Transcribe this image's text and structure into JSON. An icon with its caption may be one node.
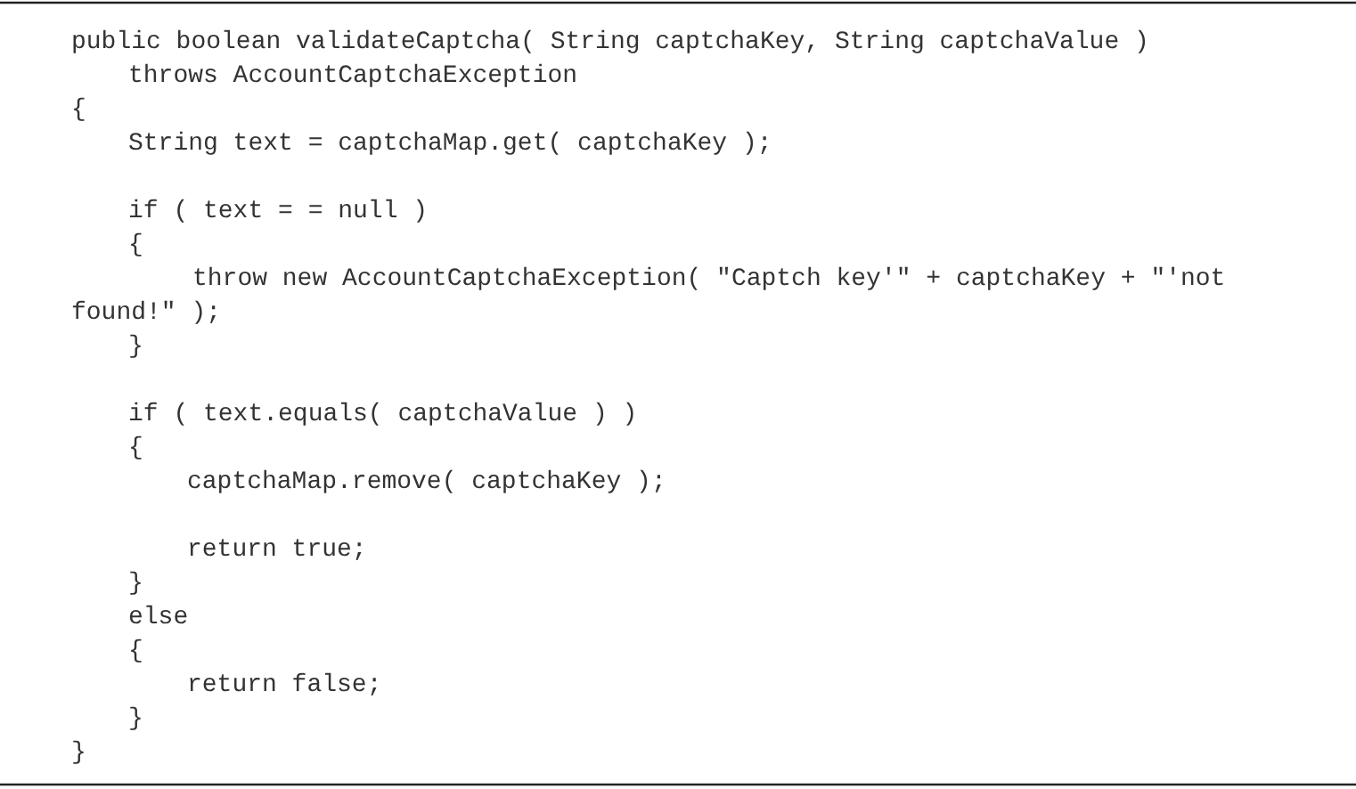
{
  "diagram": {
    "labels": [
      "public boolean validateCaptcha( String captchaKey, String captchaValue )",
      "throws AccountCaptchaException",
      "{",
      "String text = captchaMap.get( captchaKey );",
      "if ( text = = null )",
      "{",
      "throw new AccountCaptchaException( \"Captch key'\" + captchaKey + \"'not found!\" );",
      "}",
      "if ( text.equals( captchaValue ) )",
      "{",
      "captchaMap.remove( captchaKey );",
      "return true;",
      "}",
      "else",
      "{",
      "return false;",
      "}",
      "}"
    ]
  }
}
